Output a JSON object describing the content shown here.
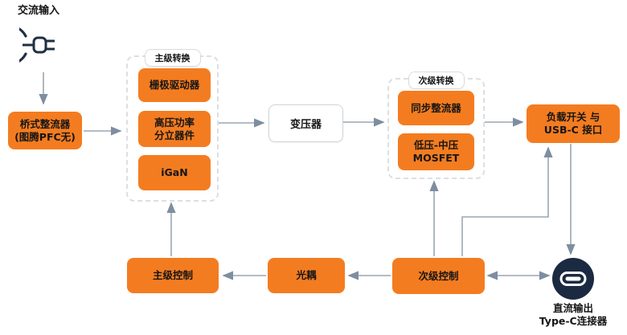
{
  "colors": {
    "accent_orange": "#F47C20",
    "navy": "#1B2A40",
    "arrow": "#9AA6B2",
    "dashed_border": "#DCDFE2",
    "text": "#151515"
  },
  "ac_input": {
    "label": "交流输入"
  },
  "bridge_rectifier": {
    "line1": "桥式整流器",
    "line2": "(图腾PFC无)"
  },
  "primary_stage": {
    "label": "主级转换",
    "gate_driver": "栅极驱动器",
    "hv_power_line1": "高压功率",
    "hv_power_line2": "分立器件",
    "igan": "iGaN"
  },
  "transformer": {
    "label": "变压器"
  },
  "secondary_stage": {
    "label": "次级转换",
    "sync_rectifier": "同步整流器",
    "mosfet_line1": "低压-中压",
    "mosfet_line2": "MOSFET"
  },
  "load_switch": {
    "line1": "负载开关 与",
    "line2": "USB-C 接口"
  },
  "controls": {
    "primary": "主级控制",
    "optocoupler": "光耦",
    "secondary": "次级控制"
  },
  "dc_output": {
    "line1": "直流输出",
    "line2": "Type-C连接器"
  },
  "icons": {
    "ac_plug": "ac-plug-icon",
    "usb_c": "usb-c-connector-icon"
  }
}
